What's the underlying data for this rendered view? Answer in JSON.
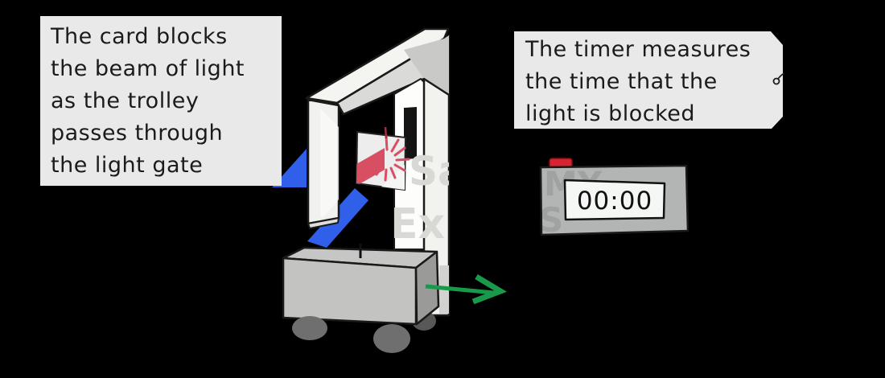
{
  "background_color": "#000000",
  "callout_left": {
    "lines": [
      "The card blocks",
      "the beam of light",
      "as the trolley",
      "passes through",
      "the light gate"
    ]
  },
  "callout_right": {
    "lines": [
      "The timer measures",
      "the time that the",
      "light is blocked"
    ]
  },
  "timer": {
    "display_value": "00:00"
  },
  "watermark_fragments": {
    "gate_top": "Sa",
    "gate_bottom": "Ex",
    "timer_top": "MY",
    "timer_bottom": "S"
  },
  "colors": {
    "callout_bg": "#e9e9e9",
    "text": "#1b1b1b",
    "stand_blue": "#3060ea",
    "beam_red": "#d84f63",
    "arrow_green": "#189a4a",
    "gate_white": "#f2f2ef",
    "gate_shade": "#d8d8d6",
    "trolley_gray": "#c6c6c4",
    "trolley_side": "#9a9a98",
    "wheel_gray": "#6f6f6f",
    "timer_body": "#b3b5b5",
    "timer_button_red": "#d62430",
    "timer_display_bg": "#f5f7f5",
    "sensor_black": "#141414"
  }
}
